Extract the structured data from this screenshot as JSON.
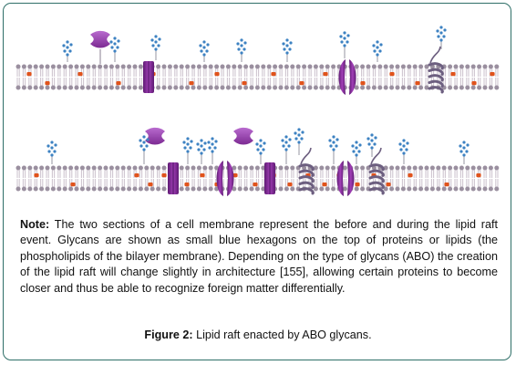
{
  "note": {
    "label": "Note:",
    "text": " The two sections of a cell membrane represent the before and during the lipid raft event. Glycans are shown as small blue hexagons on the top of proteins or lipids (the phospholipids of the bilayer membrane). Depending on the type of glycans (ABO) the creation of the lipid raft will change slightly in architecture [155], allowing certain proteins to become closer and thus be able to recognize foreign matter differentially."
  },
  "caption": {
    "label": "Figure 2:",
    "text": "  Lipid raft enacted by ABO glycans."
  },
  "colors": {
    "lipid_head": "#9a8f9f",
    "lipid_tail": "#cfc6d0",
    "raft_lipid": "#e0531c",
    "protein": "#8b2f9c",
    "helix": "#6d5f80",
    "glycan": "#3d82c2",
    "frame": "#2f6f68"
  }
}
